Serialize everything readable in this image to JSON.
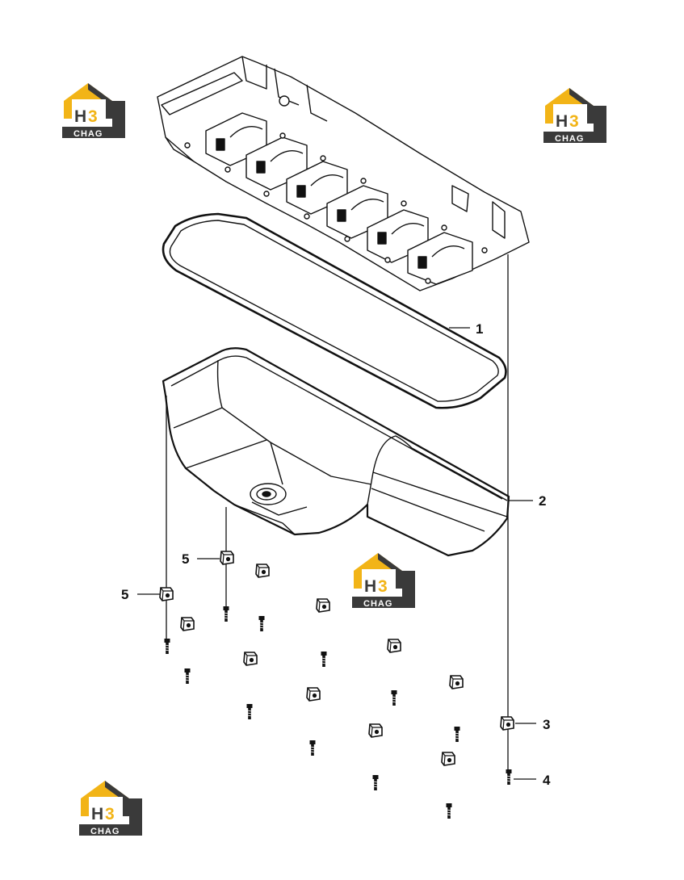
{
  "watermark": {
    "letters": "H",
    "brand": "CHAG",
    "digit": "3",
    "gold": "#F2B417",
    "dark": "#3a3a3a"
  },
  "callouts": {
    "gasket": "1",
    "oil_pan": "2",
    "clip": "3",
    "bolt": "4",
    "bracket_left": "5",
    "bracket_center": "5"
  },
  "colors": {
    "line": "#111111",
    "background": "#ffffff"
  }
}
